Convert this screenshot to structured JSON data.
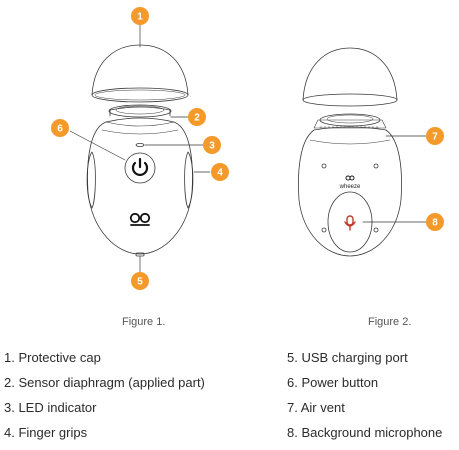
{
  "callouts": [
    "1",
    "2",
    "3",
    "4",
    "5",
    "6",
    "7",
    "8"
  ],
  "figure1": {
    "caption": "Figure 1."
  },
  "figure2": {
    "caption": "Figure 2.",
    "brand_text": "wheeze"
  },
  "legend": {
    "left": [
      "1. Protective cap",
      "2. Sensor diaphragm (applied part)",
      "3. LED indicator",
      "4. Finger grips"
    ],
    "right": [
      "5. USB charging port",
      "6. Power button",
      "7. Air vent",
      "8. Background microphone"
    ]
  },
  "colors": {
    "accent": "#f39a2b",
    "outline": "#3a3a3a",
    "text": "#333333"
  },
  "icons": [
    "power-icon",
    "logo-icon",
    "microphone-icon"
  ]
}
